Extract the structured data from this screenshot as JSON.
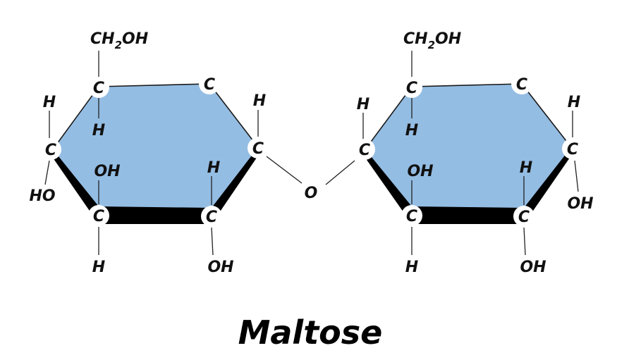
{
  "diagram": {
    "title": "Maltose",
    "ring_fill": "#94bde3",
    "ring_edge": "#1a1a1a",
    "atoms": {
      "carbon": "C",
      "hydrogen": "H",
      "hydroxyl": "OH",
      "hydroxyl_left": "HO",
      "oxygen": "O",
      "ch2oh_main": "CH",
      "ch2oh_sub": "2",
      "ch2oh_tail": "OH"
    }
  }
}
